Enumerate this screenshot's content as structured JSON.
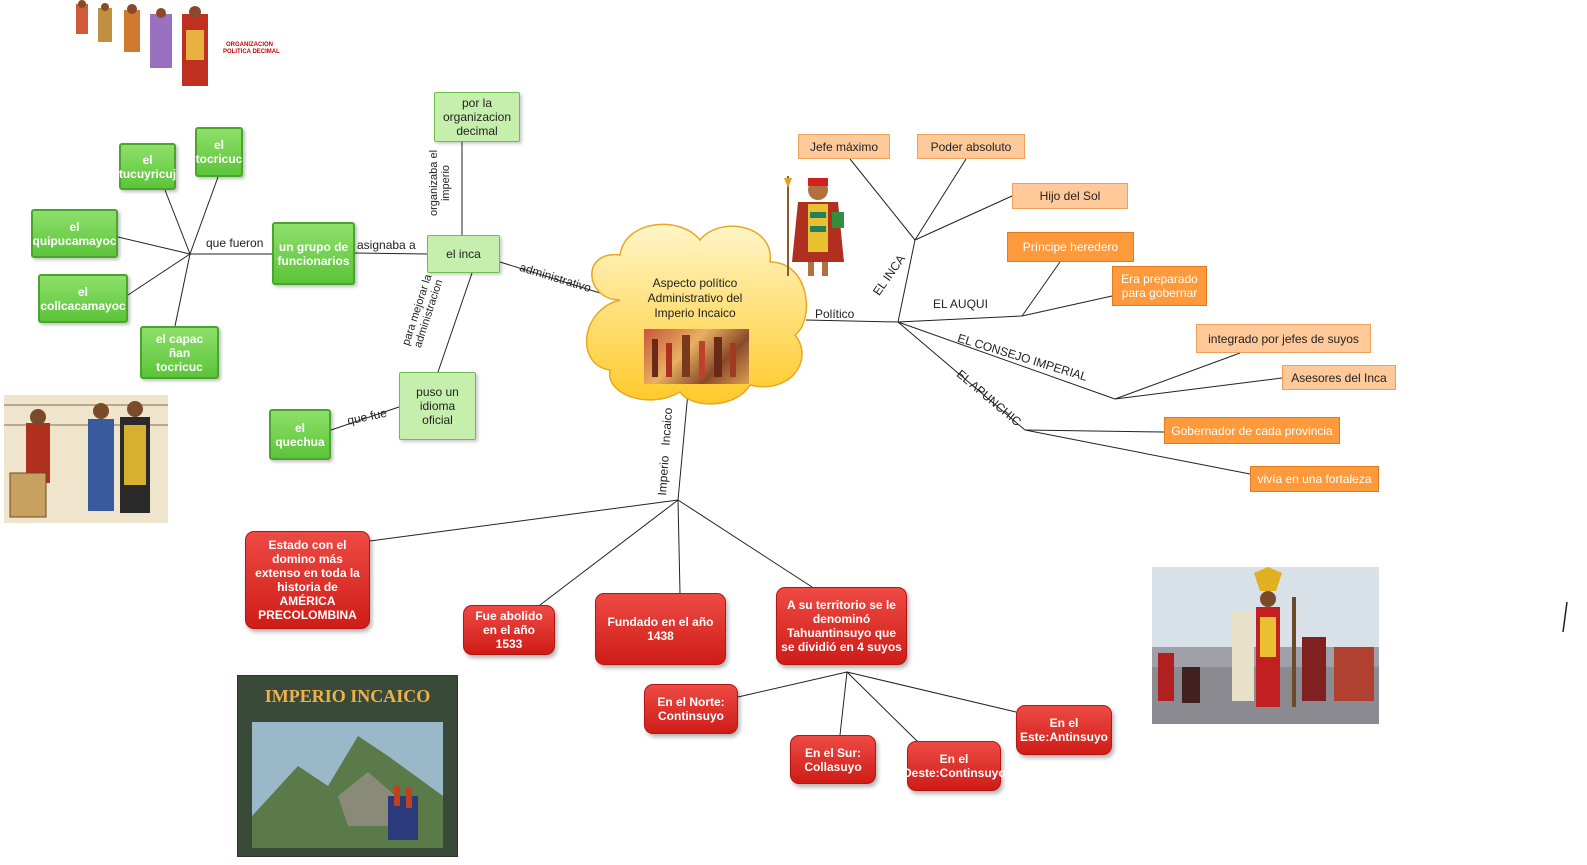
{
  "center": {
    "title": "Aspecto político Administrativo del Imperio Incaico"
  },
  "logo_caption": [
    "ORGANIZACION",
    "POLITICA DECIMAL"
  ],
  "branch_labels": {
    "administrativo": "administrativo",
    "politico": "Político",
    "imperio": "Imperio   Incaico",
    "asignaba": "asignaba a",
    "que_fueron": "que fueron",
    "organizaba": "organizaba el imperio",
    "mejorar": "para mejorar la administracion",
    "que_fue": "que fue",
    "el_inca": "EL INCA",
    "el_auqui": "EL AUQUI",
    "consejo": "EL CONSEJO IMPERIAL",
    "apunchic": "EL APUNCHIC"
  },
  "nodes": {
    "el_inca": "el inca",
    "decimal": "por la organizacion decimal",
    "funcionarios": "un grupo de funcionarios",
    "idioma": "puso un idioma oficial",
    "quechua": "el quechua",
    "tocricuc": "el tocricuc",
    "tucuyricuj": "el tucuyricuj",
    "quipucamayoc": "el quipucamayoc",
    "collcacamayoc": "el collcacamayoc",
    "capac": "el capac ñan tocricuc",
    "jefe": "Jefe máximo",
    "poder": "Poder absoluto",
    "hijo": "Hijo del Sol",
    "principe": "Príncipe heredero",
    "preparado": "Era preparado para gobernar",
    "integrado": "integrado por jefes de suyos",
    "asesores": "Asesores del Inca",
    "gobernador": "Gobernador de cada provincia",
    "fortaleza": "vivía en una fortaleza",
    "estado": "Estado con el domino más extenso en toda la historia de AMÉRICA PRECOLOMBINA",
    "abolido": "Fue abolido en el año 1533",
    "fundado": "Fundado en el año 1438",
    "territorio": "A su territorio se le denominó Tahuantinsuyo que se dividió en 4 suyos",
    "norte": "En el Norte: Continsuyo",
    "sur": "En el Sur: Collasuyo",
    "oeste": "En el Oeste:Continsuyo",
    "este": "En el Este:Antinsuyo"
  },
  "book_title": "IMPERIO INCAICO",
  "colors": {
    "green": "#5cc43a",
    "red": "#d9221c",
    "orange": "#ff9a3c",
    "light_orange": "#ffc99a",
    "cloud": "#ffd24d"
  }
}
